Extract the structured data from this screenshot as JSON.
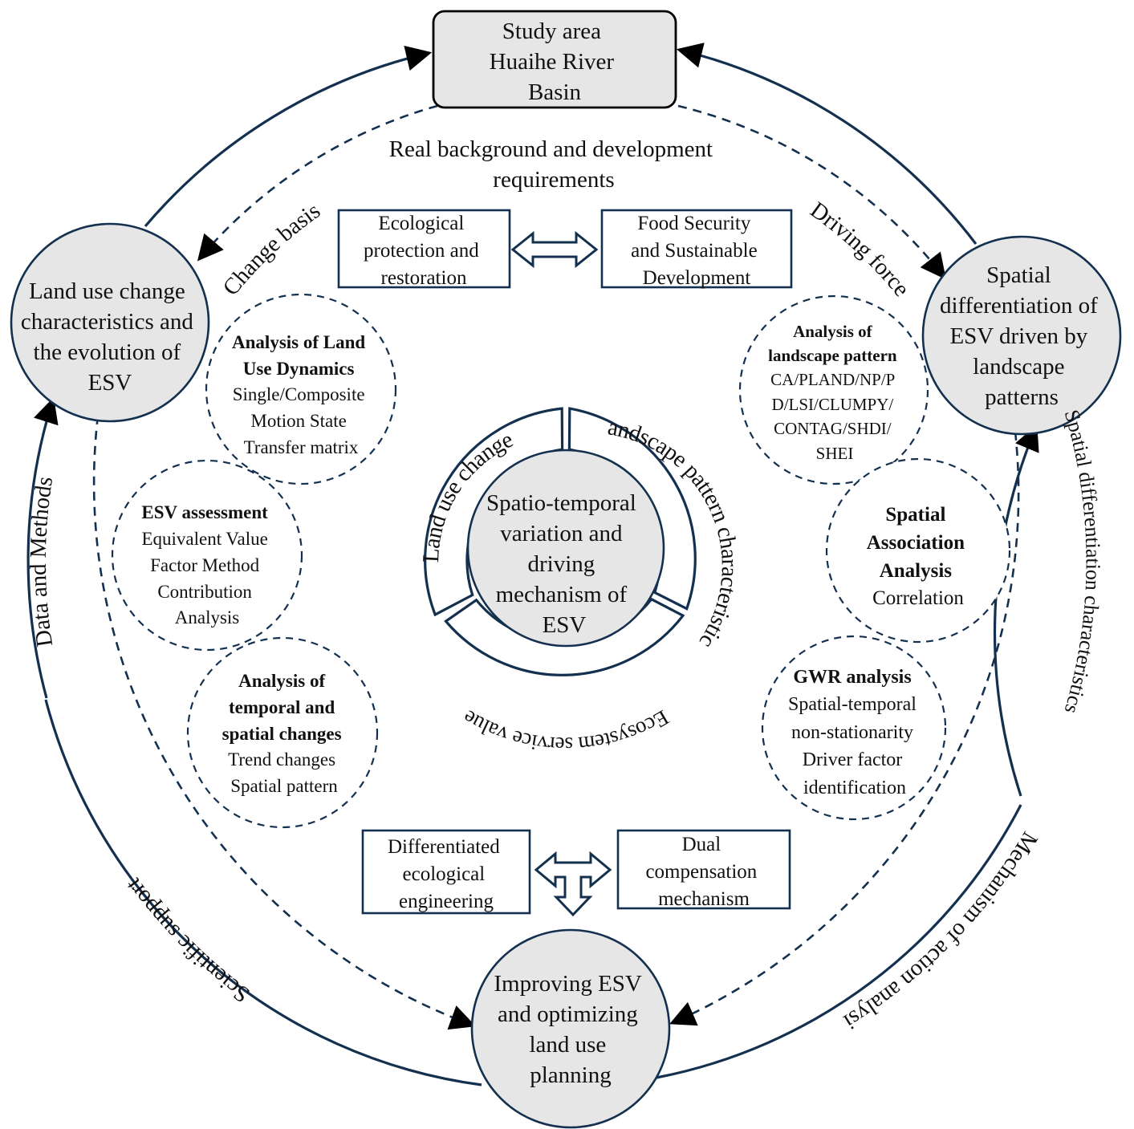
{
  "study_area": [
    "Study area",
    "Huaihe River",
    "Basin"
  ],
  "left_node": [
    "Land use change",
    "characteristics and",
    "the evolution of",
    "ESV"
  ],
  "right_node": [
    "Spatial",
    "differentiation of",
    "ESV driven by",
    "landscape",
    "patterns"
  ],
  "bottom_node": [
    "Improving ESV",
    "and optimizing",
    "land use",
    "planning"
  ],
  "center_node": [
    "Spatio-temporal",
    "variation and",
    "driving",
    "mechanism of",
    "ESV"
  ],
  "outer_labels": {
    "change_basis": "Change basis",
    "driving_force": "Driving force",
    "data_methods": "Data and Methods",
    "spatial_diff_chars": "Spatial differentiation characteristics",
    "scientific_support": "Scientific support",
    "mechanism_analysis": "Mechanism of action analysis"
  },
  "ring_labels": {
    "land_use_change": "Land use change",
    "landscape_pattern": "Landscape pattern characteristics",
    "ecosystem_service_value": "Ecosystem service value"
  },
  "background": [
    "Real background and development",
    "requirements"
  ],
  "top_boxes": {
    "left": [
      "Ecological",
      "protection and",
      "restoration"
    ],
    "right": [
      "Food Security",
      "and Sustainable",
      "Development"
    ]
  },
  "bottom_boxes": {
    "left": [
      "Differentiated",
      "ecological",
      "engineering"
    ],
    "right": [
      "Dual",
      "compensation",
      "mechanism"
    ]
  },
  "method_circles": {
    "land_use_dynamics": {
      "title": [
        "Analysis of Land",
        "Use Dynamics"
      ],
      "items": [
        "Single/Composite",
        "Motion State",
        "Transfer matrix"
      ]
    },
    "esv_assessment": {
      "title": [
        "ESV assessment"
      ],
      "items": [
        "Equivalent Value",
        "Factor Method",
        "Contribution",
        "Analysis"
      ]
    },
    "temporal_spatial": {
      "title": [
        "Analysis of",
        "temporal and",
        "spatial changes"
      ],
      "items": [
        "Trend changes",
        "Spatial pattern"
      ]
    },
    "landscape_pattern": {
      "title": [
        "Analysis of",
        "landscape pattern"
      ],
      "items": [
        "CA/PLAND/NP/P",
        "D/LSI/CLUMPY/",
        "CONTAG/SHDI/",
        "SHEI"
      ]
    },
    "spatial_association": {
      "title": [
        "Spatial",
        "Association",
        "Analysis"
      ],
      "items": [
        "Correlation"
      ]
    },
    "gwr": {
      "title": [
        "GWR analysis"
      ],
      "items": [
        "Spatial-temporal",
        "non-stationarity",
        "Driver factor",
        "identification"
      ]
    }
  },
  "colors": {
    "stroke": "#14304f",
    "node_fill": "#e6e6e6"
  }
}
